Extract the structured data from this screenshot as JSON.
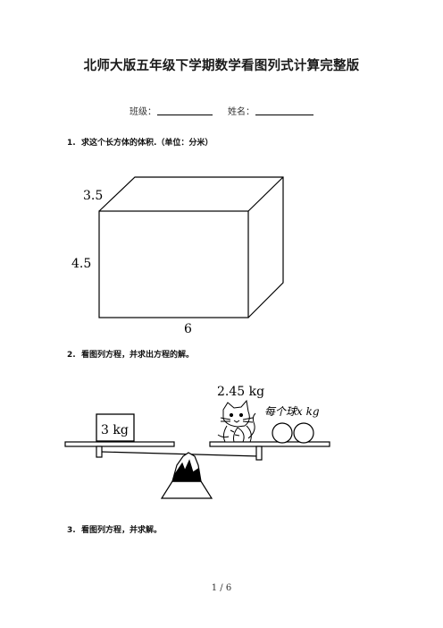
{
  "document": {
    "title": "北师大版五年级下学期数学看图列式计算完整版",
    "class_label": "班级：",
    "name_label": "姓名："
  },
  "questions": [
    {
      "number": "1.",
      "text": "求这个长方体的体积.（单位：分米）",
      "figure": {
        "height_label": "4.5",
        "depth_label": "3.5",
        "width_label": "6"
      }
    },
    {
      "number": "2.",
      "text": "看图列方程，并求出方程的解。",
      "figure": {
        "weight_label": "3 kg",
        "cat_label": "2.45 kg",
        "ball_label": "每个球x kg"
      }
    },
    {
      "number": "3.",
      "text": "看图列方程，并求解。"
    }
  ],
  "footer": {
    "page": "1 / 6"
  }
}
